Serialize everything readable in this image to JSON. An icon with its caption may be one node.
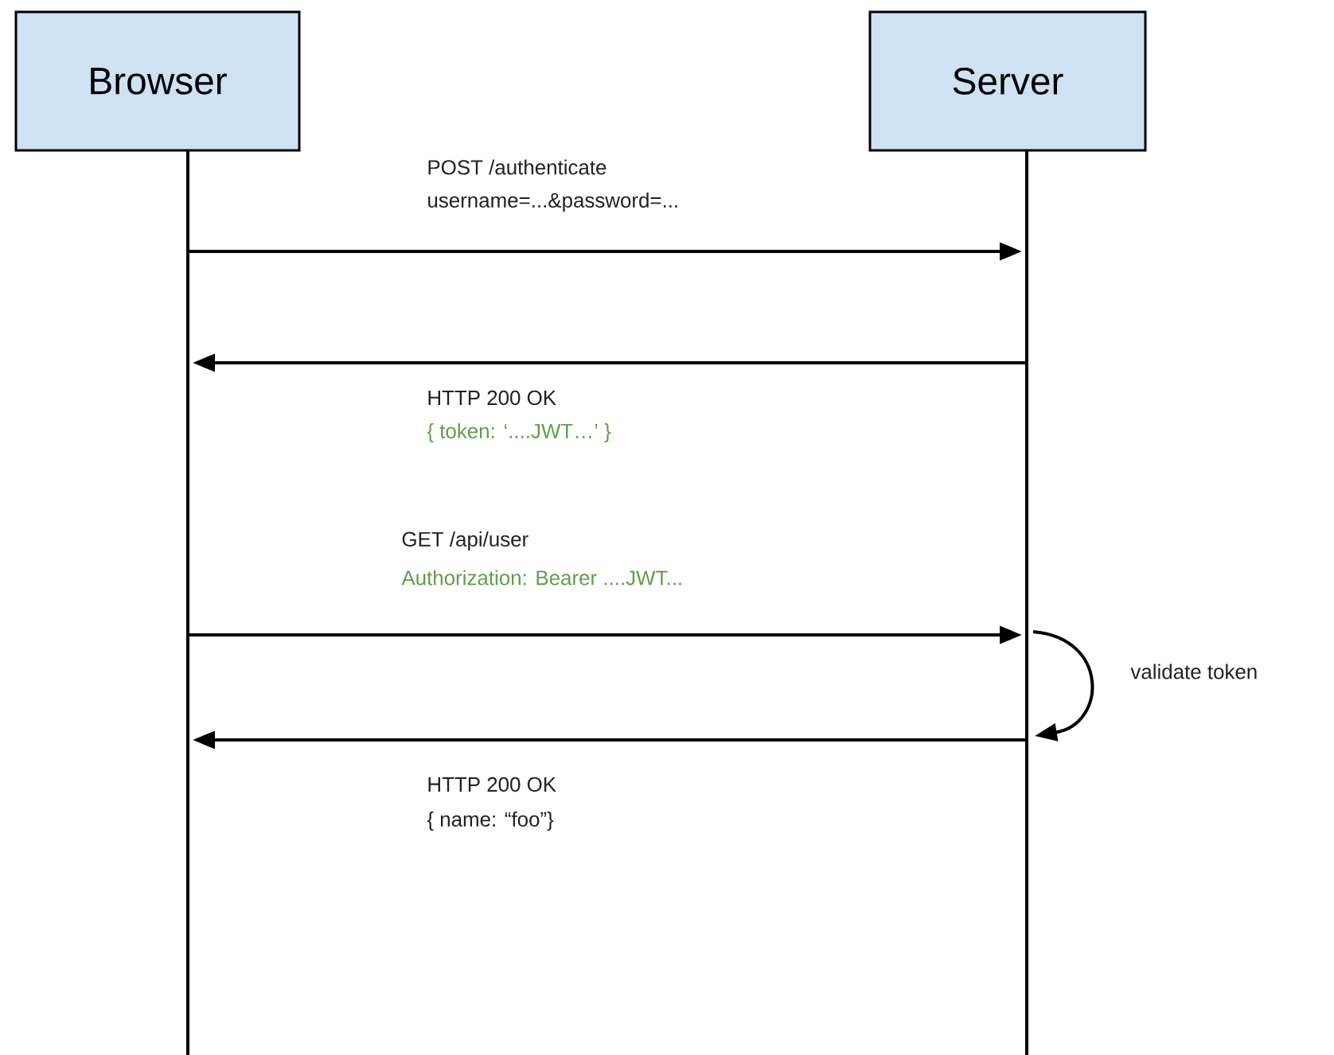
{
  "diagram": {
    "nodes": [
      {
        "text": [
          "Browser"
        ]
      },
      {
        "text": [
          "Server"
        ]
      }
    ],
    "edges": [
      {
        "from": 0,
        "to": 1,
        "arrow": "to",
        "label": "POST /authenticate"
      },
      {
        "from": 1,
        "to": 0,
        "arrow": "to",
        "label": "HTTP 200 OK"
      },
      {
        "from": 0,
        "to": 1,
        "arrow": "to",
        "label": "GET /api/user"
      },
      {
        "from": 1,
        "to": 1,
        "arrow": "to",
        "label": "validate token"
      },
      {
        "from": 1,
        "to": 0,
        "arrow": "to",
        "label": "HTTP 200 OK"
      }
    ],
    "labels": [
      "username=...&password=...",
      "{ token: ‘....JWT…’ }",
      "Authorization: Bearer ....JWT...",
      "{ name: “foo”}"
    ]
  }
}
